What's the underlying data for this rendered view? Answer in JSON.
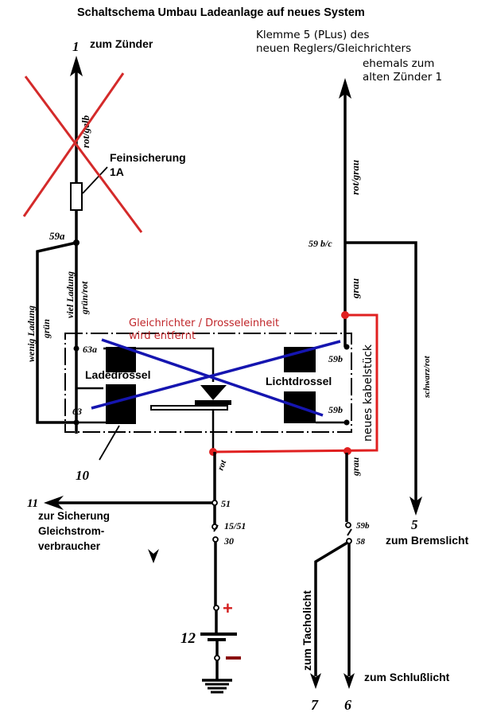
{
  "title": "Schaltschema Umbau Ladeanlage auf neues System",
  "colors": {
    "wire": "#000000",
    "strike_red": "#d42a2a",
    "strike_blue": "#1515b0",
    "new_cable": "#e02020",
    "annotation_red": "#c0262a"
  },
  "top_left": {
    "terminal_number": "1",
    "destination": "zum Zünder",
    "wire_color": "rot/gelb",
    "fuse_label_line1": "Feinsicherung",
    "fuse_label_line2": "1A",
    "status": "crossed-out"
  },
  "top_right": {
    "note_line1": "Klemme 5 (PLus) des",
    "note_line2": "neuen Reglers/Gleichrichters",
    "note_line3": "ehemals zum",
    "note_line4": "alten Zünder  1",
    "wire_color_upper": "rot/grau",
    "junction_label": "59 b/c",
    "wire_color_lower": "grau"
  },
  "left_side": {
    "junction_label": "59a",
    "wire_much_charge": "viel Ladung",
    "wire_much_charge_color": "grün/rot",
    "wire_little_charge": "wenig Ladung",
    "wire_little_charge_color": "grün"
  },
  "rectifier_unit": {
    "annotation_line1": "Gleichrichter / Drosseleinheit",
    "annotation_line2": "wird entfernt",
    "terminal_63a": "63a",
    "terminal_63": "63",
    "terminal_59b_top": "59b",
    "terminal_59b_bottom": "59b",
    "choke_left": "Ladedrossel",
    "choke_right": "Lichtdrossel",
    "part_number": "10",
    "output_wire_color": "rot",
    "status": "crossed-out"
  },
  "new_cable": {
    "label": "neues kabelstück"
  },
  "brake_branch": {
    "wire_color": "schwarz/rot",
    "terminal_number": "5",
    "destination": "zum Bremslicht"
  },
  "center_lower": {
    "terminal_51": "51",
    "terminal_15_51": "15/51",
    "terminal_30": "30",
    "branch_number": "11",
    "branch_label_line1": "zur Sicherung",
    "branch_label_line2": "Gleichstrom-",
    "branch_label_line3": "verbraucher",
    "battery_label": "12",
    "battery_plus": "+",
    "battery_minus": "–"
  },
  "right_lower": {
    "wire_color": "grau",
    "terminal_59b": "59b",
    "terminal_58": "58",
    "tacho_number": "7",
    "tacho_label": "zum Tacholicht",
    "tail_number": "6",
    "tail_label": "zum Schlußlicht"
  }
}
